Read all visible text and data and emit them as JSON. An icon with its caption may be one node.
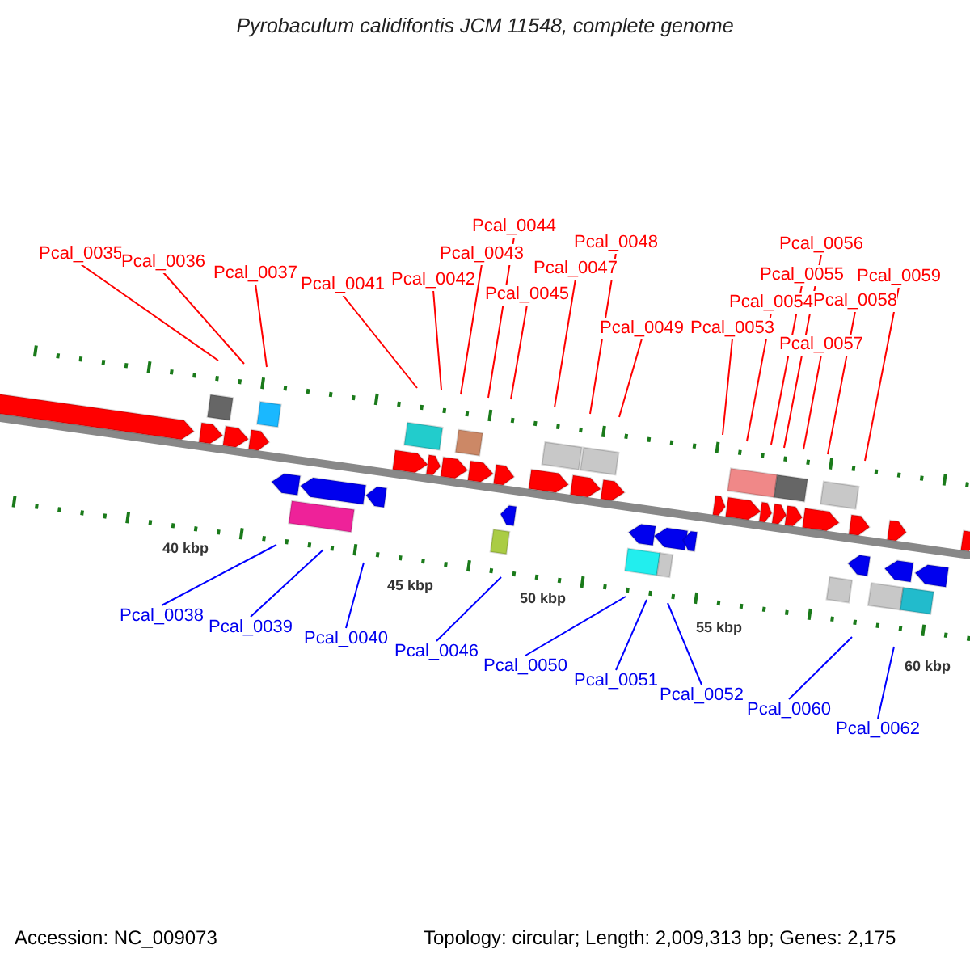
{
  "diagram": {
    "title": "Pyrobaculum calidifontis JCM 11548, complete genome",
    "nodes": [
      {
        "text": [
          "Pcal_0035"
        ]
      },
      {
        "text": [
          "Pcal_0036"
        ]
      },
      {
        "text": [
          "Pcal_0037"
        ]
      },
      {
        "text": [
          "Pcal_0041"
        ]
      },
      {
        "text": [
          "Pcal_0042"
        ]
      },
      {
        "text": [
          "Pcal_0043"
        ]
      },
      {
        "text": [
          "Pcal_0044"
        ]
      },
      {
        "text": [
          "Pcal_0045"
        ]
      },
      {
        "text": [
          "Pcal_0047"
        ]
      },
      {
        "text": [
          "Pcal_0048"
        ]
      },
      {
        "text": [
          "Pcal_0049"
        ]
      },
      {
        "text": [
          "Pcal_0053"
        ]
      },
      {
        "text": [
          "Pcal_0054"
        ]
      },
      {
        "text": [
          "Pcal_0055"
        ]
      },
      {
        "text": [
          "Pcal_0056"
        ]
      },
      {
        "text": [
          "Pcal_0057"
        ]
      },
      {
        "text": [
          "Pcal_0058"
        ]
      },
      {
        "text": [
          "Pcal_0059"
        ]
      },
      {
        "text": [
          "Pcal_0038"
        ]
      },
      {
        "text": [
          "Pcal_0039"
        ]
      },
      {
        "text": [
          "Pcal_0040"
        ]
      },
      {
        "text": [
          "Pcal_0046"
        ]
      },
      {
        "text": [
          "Pcal_0050"
        ]
      },
      {
        "text": [
          "Pcal_0051"
        ]
      },
      {
        "text": [
          "Pcal_0052"
        ]
      },
      {
        "text": [
          "Pcal_0060"
        ]
      },
      {
        "text": [
          "Pcal_0062"
        ]
      }
    ],
    "edges": [
      {
        "from": 0,
        "to": null,
        "arrow": "none"
      },
      {
        "from": 1,
        "to": null,
        "arrow": "none"
      },
      {
        "from": 2,
        "to": null,
        "arrow": "none"
      },
      {
        "from": 3,
        "to": null,
        "arrow": "none"
      },
      {
        "from": 4,
        "to": null,
        "arrow": "none"
      },
      {
        "from": 5,
        "to": null,
        "arrow": "none"
      },
      {
        "from": 6,
        "to": null,
        "arrow": "none"
      },
      {
        "from": 7,
        "to": null,
        "arrow": "none"
      },
      {
        "from": 8,
        "to": null,
        "arrow": "none"
      },
      {
        "from": 9,
        "to": null,
        "arrow": "none"
      },
      {
        "from": 10,
        "to": null,
        "arrow": "none"
      },
      {
        "from": 11,
        "to": null,
        "arrow": "none"
      },
      {
        "from": 12,
        "to": null,
        "arrow": "none"
      },
      {
        "from": 13,
        "to": null,
        "arrow": "none"
      },
      {
        "from": 14,
        "to": null,
        "arrow": "none"
      },
      {
        "from": 15,
        "to": null,
        "arrow": "none"
      },
      {
        "from": 16,
        "to": null,
        "arrow": "none"
      },
      {
        "from": 17,
        "to": null,
        "arrow": "none"
      },
      {
        "from": 18,
        "to": null,
        "arrow": "none",
        "color": "#0000ff"
      },
      {
        "from": 19,
        "to": null,
        "arrow": "none",
        "color": "#0000ff"
      },
      {
        "from": 20,
        "to": null,
        "arrow": "none",
        "color": "#0000ff"
      },
      {
        "from": 21,
        "to": null,
        "arrow": "none",
        "color": "#0000ff"
      },
      {
        "from": 22,
        "to": null,
        "arrow": "none",
        "color": "#0000ff"
      },
      {
        "from": 23,
        "to": null,
        "arrow": "none",
        "color": "#0000ff"
      },
      {
        "from": 24,
        "to": null,
        "arrow": "none",
        "color": "#0000ff"
      },
      {
        "from": 25,
        "to": null,
        "arrow": "none",
        "color": "#0000ff"
      },
      {
        "from": 26,
        "to": null,
        "arrow": "none",
        "color": "#0000ff"
      }
    ],
    "labels": [
      "40 kbp",
      "45 kbp",
      "50 kbp",
      "55 kbp",
      "60 kbp",
      "Accession: NC_009073",
      "Topology: circular; Length: 2,009,313 bp; Genes: 2,175"
    ]
  }
}
